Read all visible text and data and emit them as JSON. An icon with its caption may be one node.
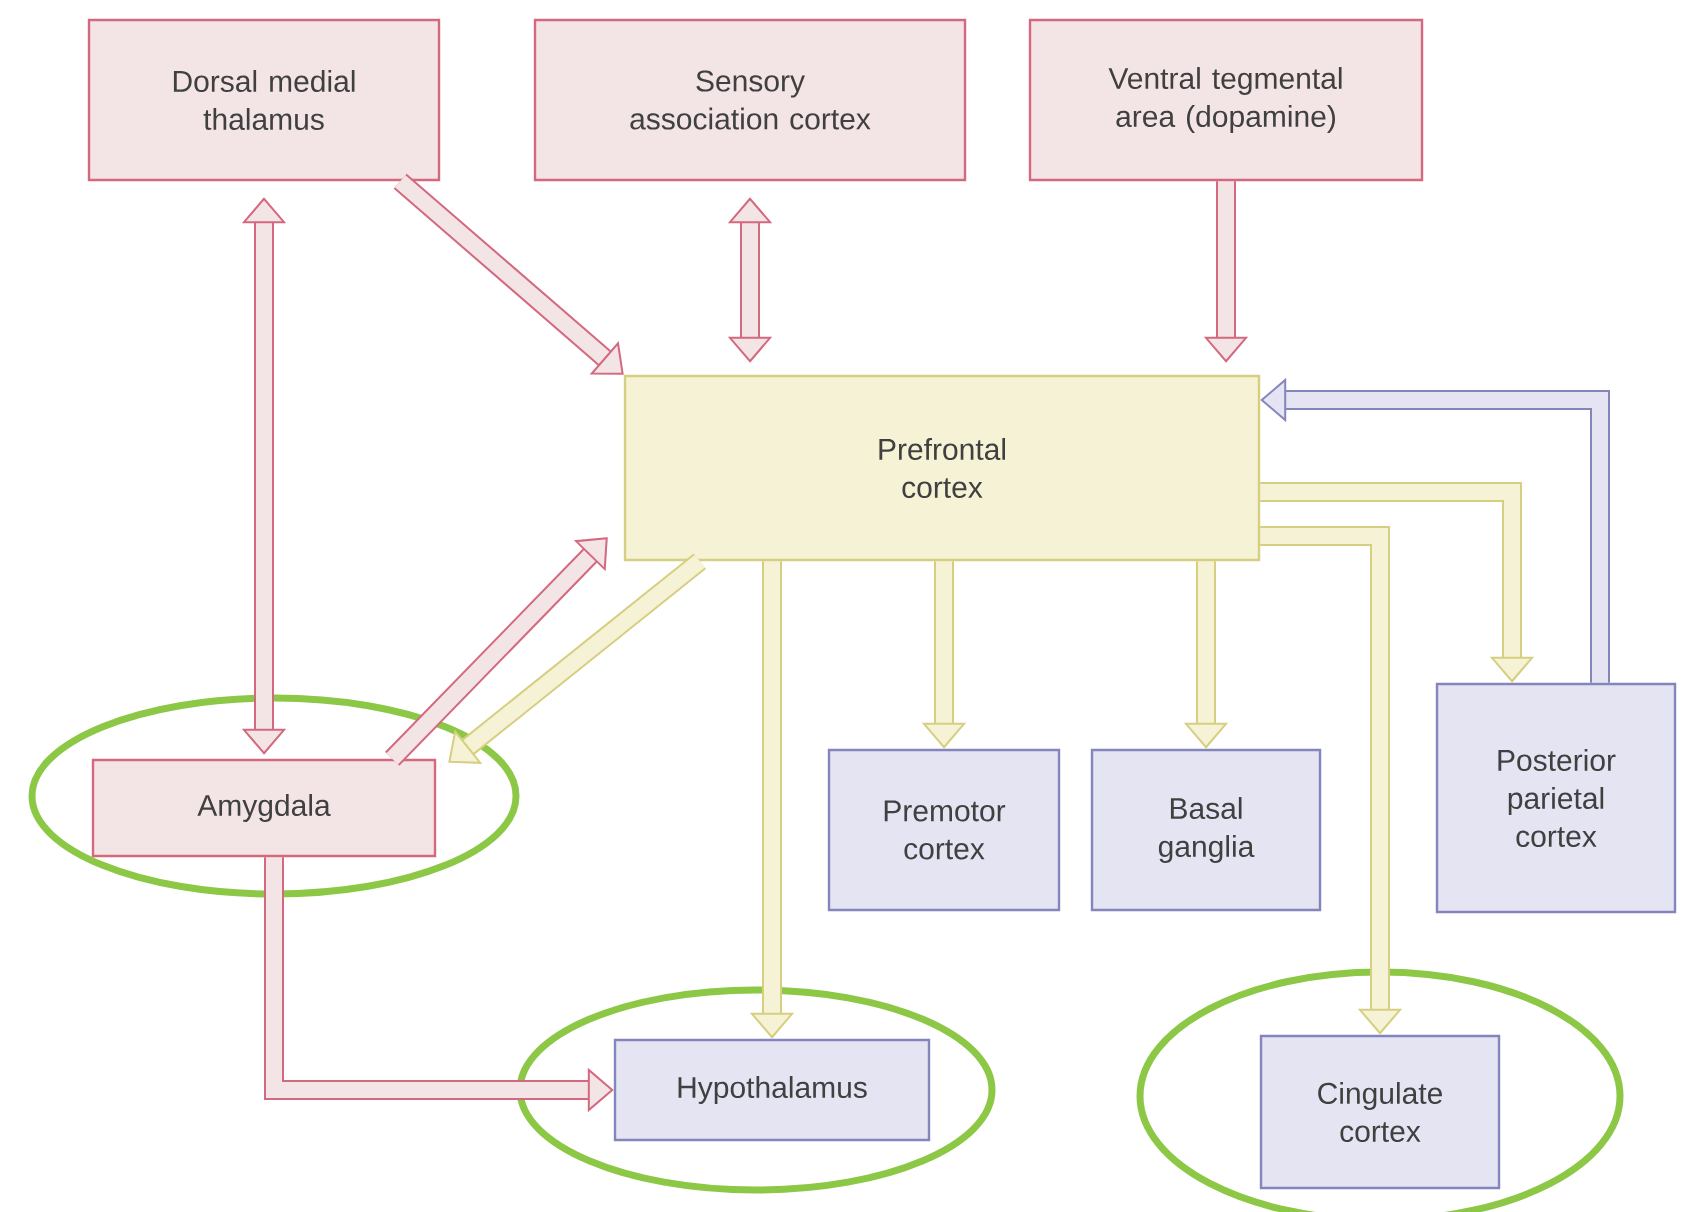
{
  "diagram": {
    "nodes": [
      {
        "text": [
          "Dorsal medial thalamus"
        ]
      },
      {
        "text": [
          "Sensory association cortex"
        ]
      },
      {
        "text": [
          "Ventral tegmental area (dopamine)"
        ]
      },
      {
        "text": [
          "Prefrontal cortex"
        ]
      },
      {
        "text": [],
        "shape": "ellipse"
      },
      {
        "text": [
          "Amygdala"
        ],
        "in": 4
      },
      {
        "text": [
          "Premotor cortex"
        ]
      },
      {
        "text": [
          "Basal ganglia"
        ]
      },
      {
        "text": [
          "Posterior parietal cortex"
        ]
      },
      {
        "text": [],
        "shape": "ellipse"
      },
      {
        "text": [
          "Hypothalamus"
        ],
        "in": 9
      },
      {
        "text": [],
        "shape": "ellipse"
      },
      {
        "text": [
          "Cingulate cortex"
        ],
        "in": 11
      }
    ],
    "edges": [
      {
        "from": 0,
        "to": 3,
        "arrow": "to",
        "color": "#d4687f"
      },
      {
        "from": 0,
        "to": 5,
        "arrow": "both",
        "color": "#d4687f"
      },
      {
        "from": 1,
        "to": 3,
        "arrow": "both",
        "color": "#d4687f"
      },
      {
        "from": 2,
        "to": 3,
        "arrow": "to",
        "color": "#d4687f"
      },
      {
        "from": 5,
        "to": 3,
        "arrow": "to",
        "color": "#d4687f"
      },
      {
        "from": 3,
        "to": 5,
        "arrow": "to",
        "color": "#d6cf80"
      },
      {
        "from": 5,
        "to": 10,
        "arrow": "to",
        "color": "#d4687f"
      },
      {
        "from": 3,
        "to": 10,
        "arrow": "to",
        "color": "#d6cf80"
      },
      {
        "from": 3,
        "to": 6,
        "arrow": "to",
        "color": "#d6cf80"
      },
      {
        "from": 3,
        "to": 7,
        "arrow": "to",
        "color": "#d6cf80"
      },
      {
        "from": 3,
        "to": 8,
        "arrow": "to",
        "color": "#d6cf80"
      },
      {
        "from": 3,
        "to": 12,
        "arrow": "to",
        "color": "#d6cf80"
      },
      {
        "from": 8,
        "to": 3,
        "arrow": "to",
        "color": "#8585bd"
      }
    ]
  }
}
